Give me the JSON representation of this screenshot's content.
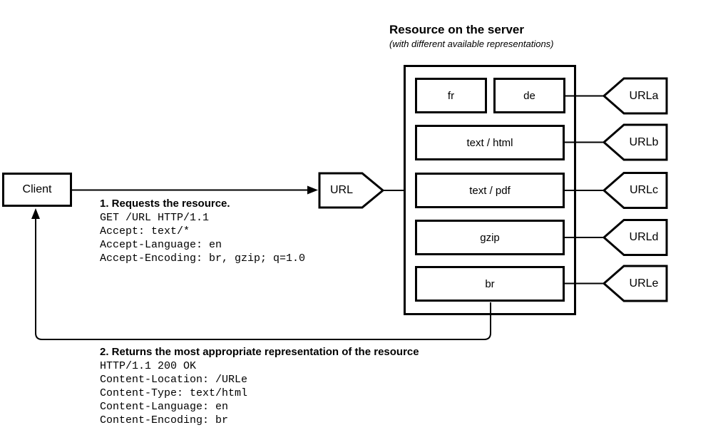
{
  "diagram": {
    "title": "Resource on the server",
    "subtitle": "(with different available representations)",
    "client_label": "Client",
    "url_label": "URL",
    "representations": [
      {
        "label": "fr"
      },
      {
        "label": "de"
      },
      {
        "label": "text / html"
      },
      {
        "label": "text / pdf"
      },
      {
        "label": "gzip"
      },
      {
        "label": "br"
      }
    ],
    "url_tags": [
      {
        "label": "URLa"
      },
      {
        "label": "URLb"
      },
      {
        "label": "URLc"
      },
      {
        "label": "URLd"
      },
      {
        "label": "URLe"
      }
    ],
    "request": {
      "heading": "1. Requests the resource.",
      "lines": [
        "GET /URL HTTP/1.1",
        "Accept: text/*",
        "Accept-Language: en",
        "Accept-Encoding: br, gzip; q=1.0"
      ]
    },
    "response": {
      "heading": "2. Returns the most appropriate representation of the resource",
      "lines": [
        "HTTP/1.1 200 OK",
        "Content-Location: /URLe",
        "Content-Type: text/html",
        "Content-Language: en",
        "Content-Encoding: br"
      ]
    },
    "colors": {
      "ink": "#000000",
      "background": "#ffffff"
    }
  }
}
